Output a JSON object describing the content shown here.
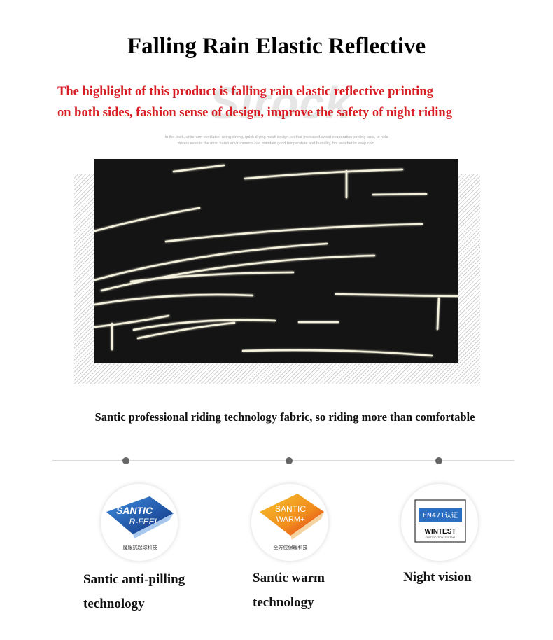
{
  "header": {
    "title": "Falling Rain Elastic Reflective",
    "highlight_line1": "The highlight of this product is falling rain elastic reflective printing",
    "highlight_line2": "on both sides, fashion sense of design, improve the safety of night riding",
    "watermark": "Sirock",
    "small_note_line1": "In the back, underarm ventilation using strong, quick-drying mesh design, so that increased sweat evaporation cooling area, to help",
    "small_note_line2": "drivers even in the most harsh environments can maintain good temperature and humidity, hot weather to keep cold."
  },
  "tagline": "Santic professional riding technology fabric, so riding more than comfortable",
  "colors": {
    "highlight_red": "#d81e24",
    "fabric_bg": "#141414",
    "reflective_stripe": "#f4f1dc",
    "badge_blue": "#1a3fa0",
    "badge_orange": "#f08a1c"
  },
  "badges": [
    {
      "icon": "santic-r-feel-logo-icon",
      "logo_line1": "SANTIC",
      "logo_line2": "R-FEEL",
      "caption": "魔服抗起球科技",
      "feature_line1": "Santic anti-pilling",
      "feature_line2": "technology"
    },
    {
      "icon": "santic-warm-logo-icon",
      "logo_line1": "SANTIC",
      "logo_line2": "WARM+",
      "caption": "全方位保暖科技",
      "feature_line1": "Santic warm",
      "feature_line2": "technology"
    },
    {
      "icon": "en471-wintest-logo-icon",
      "logo_line1": "EN471认证",
      "logo_line2": "WINTEST",
      "logo_line3": "CERTIFICATION&TESTING",
      "feature_line1": "Night vision"
    }
  ]
}
